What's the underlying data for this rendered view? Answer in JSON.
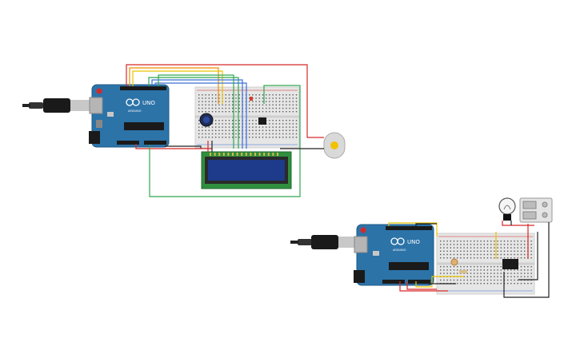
{
  "circuit_1": {
    "arduino": {
      "model": "UNO",
      "brand": "ARDUINO"
    },
    "lcd": {
      "type": "16x2"
    }
  },
  "circuit_2": {
    "arduino": {
      "model": "UNO",
      "brand": "ARDUINO"
    }
  },
  "colors": {
    "arduino_board": "#2c73a8",
    "breadboard": "#e6e6e6",
    "lcd_screen": "#1e3a8a",
    "lcd_pcb": "#2f8f3e",
    "wire_red": "#d62828",
    "wire_orange": "#f08c00",
    "wire_yellow": "#e8c300",
    "wire_green": "#2fa84f",
    "wire_blue": "#3b6fd8",
    "wire_black": "#222222"
  }
}
